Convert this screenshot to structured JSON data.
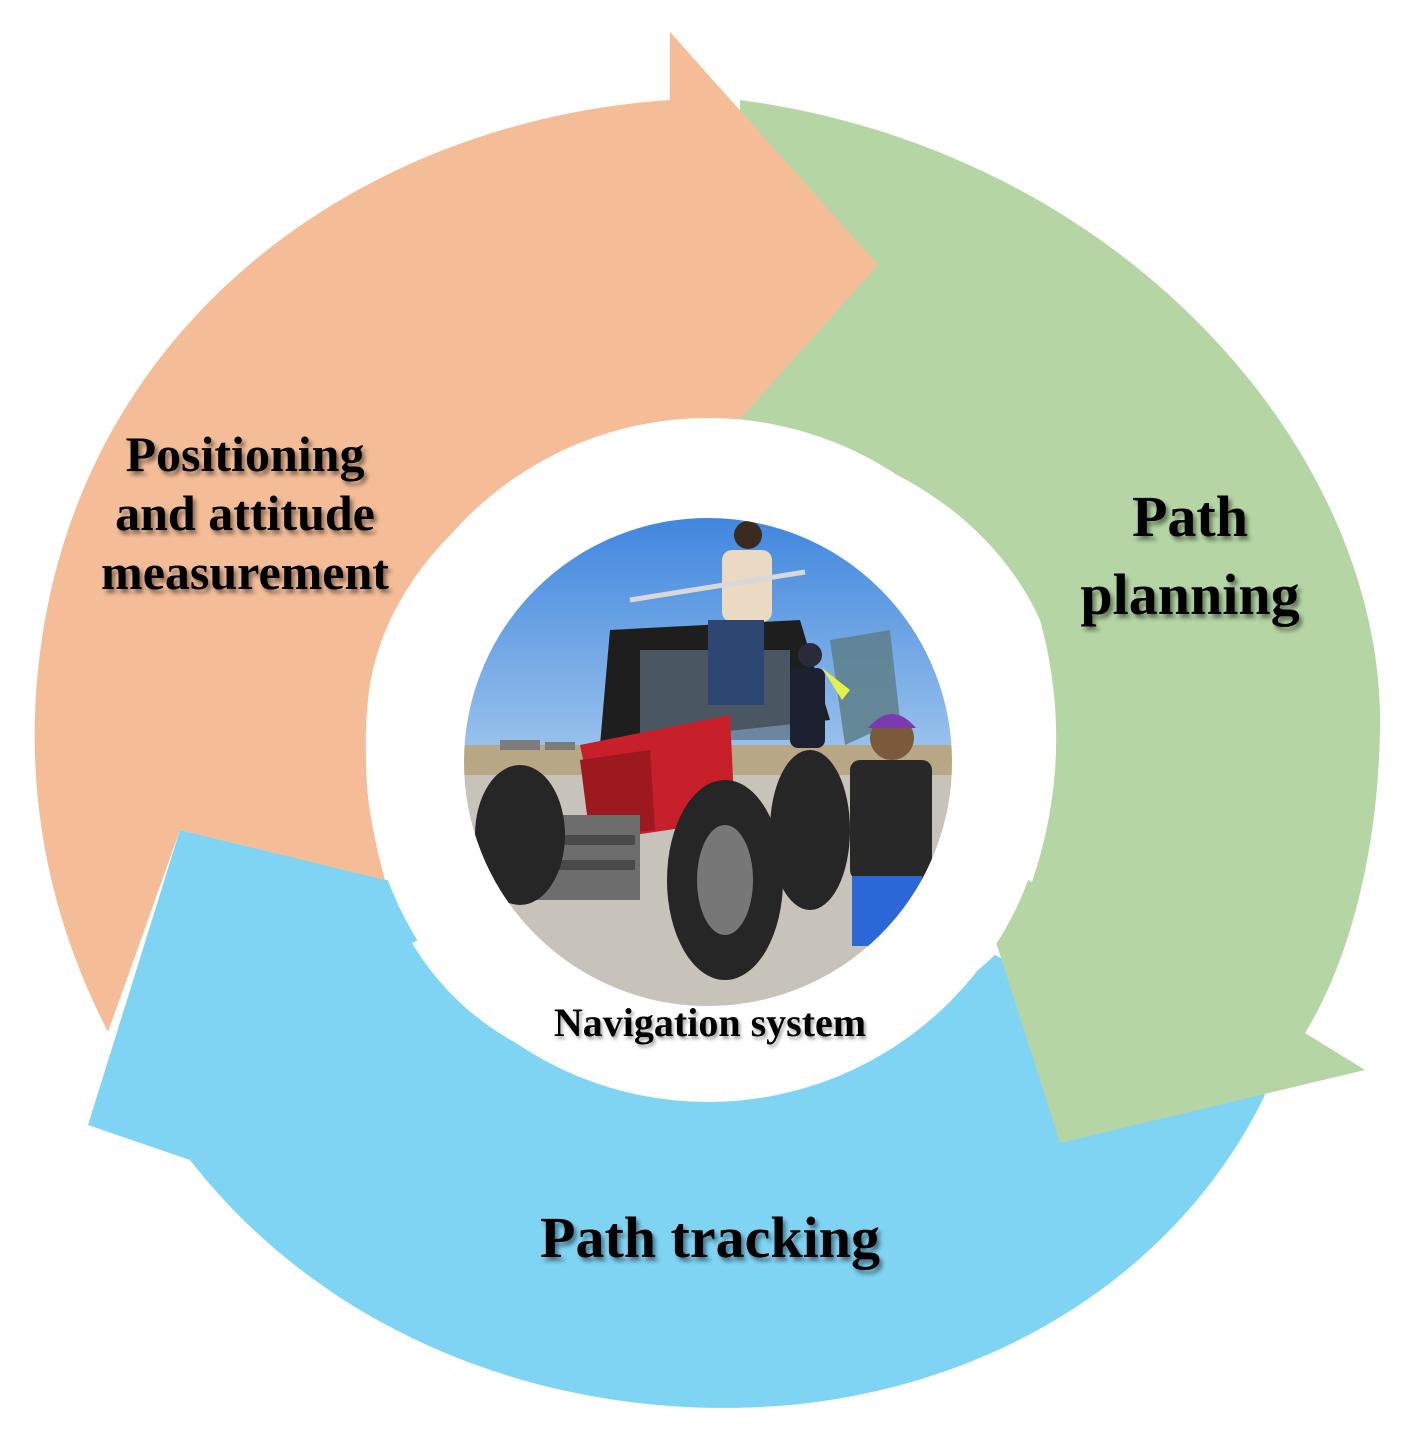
{
  "diagram": {
    "center_label": "Navigation system",
    "center_image": "photo-red-tractor-with-people-installing-navigation-equipment",
    "stages": [
      {
        "id": "positioning",
        "lines": [
          "Positioning",
          "and attitude",
          "measurement"
        ],
        "color": "#F4BD98"
      },
      {
        "id": "planning",
        "lines": [
          "Path",
          "planning"
        ],
        "color": "#B5D6A4"
      },
      {
        "id": "tracking",
        "lines": [
          "Path tracking"
        ],
        "color": "#7FD4F4"
      }
    ]
  }
}
